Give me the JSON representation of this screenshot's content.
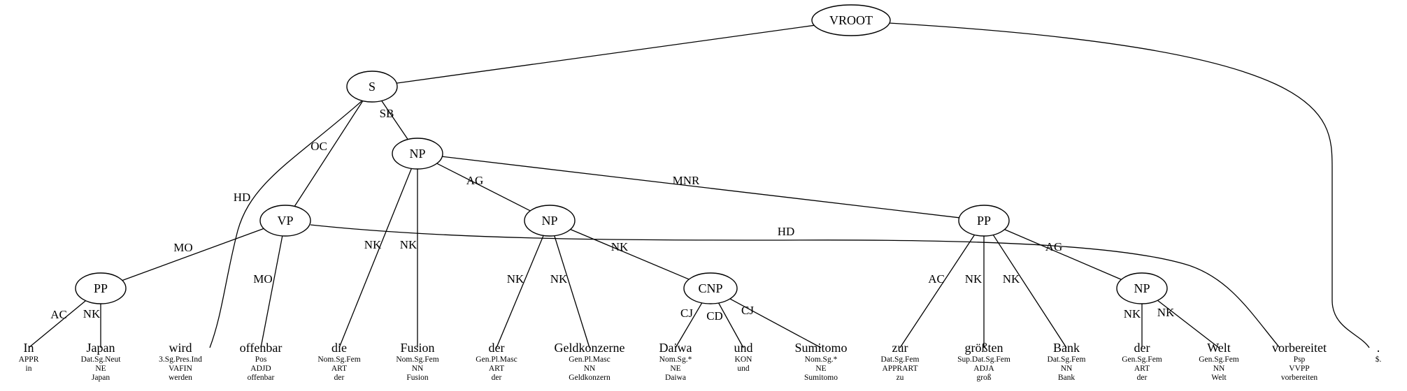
{
  "nodes": [
    {
      "id": "VROOT",
      "label": "VROOT"
    },
    {
      "id": "S",
      "label": "S"
    },
    {
      "id": "NP1",
      "label": "NP"
    },
    {
      "id": "VP",
      "label": "VP"
    },
    {
      "id": "NP2",
      "label": "NP"
    },
    {
      "id": "PP2",
      "label": "PP"
    },
    {
      "id": "PP1",
      "label": "PP"
    },
    {
      "id": "CNP",
      "label": "CNP"
    },
    {
      "id": "NP3",
      "label": "NP"
    }
  ],
  "tokens": [
    {
      "id": "t_in",
      "word": "In",
      "morph": "",
      "pos": "APPR",
      "lemma": "in"
    },
    {
      "id": "t_japan",
      "word": "Japan",
      "morph": "Dat.Sg.Neut",
      "pos": "NE",
      "lemma": "Japan"
    },
    {
      "id": "t_wird",
      "word": "wird",
      "morph": "3.Sg.Pres.Ind",
      "pos": "VAFIN",
      "lemma": "werden"
    },
    {
      "id": "t_offenbar",
      "word": "offenbar",
      "morph": "Pos",
      "pos": "ADJD",
      "lemma": "offenbar"
    },
    {
      "id": "t_die",
      "word": "die",
      "morph": "Nom.Sg.Fem",
      "pos": "ART",
      "lemma": "der"
    },
    {
      "id": "t_fusion",
      "word": "Fusion",
      "morph": "Nom.Sg.Fem",
      "pos": "NN",
      "lemma": "Fusion"
    },
    {
      "id": "t_der1",
      "word": "der",
      "morph": "Gen.Pl.Masc",
      "pos": "ART",
      "lemma": "der"
    },
    {
      "id": "t_geldkonzerne",
      "word": "Geldkonzerne",
      "morph": "Gen.Pl.Masc",
      "pos": "NN",
      "lemma": "Geldkonzern"
    },
    {
      "id": "t_daiwa",
      "word": "Daiwa",
      "morph": "Nom.Sg.*",
      "pos": "NE",
      "lemma": "Daiwa"
    },
    {
      "id": "t_und",
      "word": "und",
      "morph": "",
      "pos": "KON",
      "lemma": "und"
    },
    {
      "id": "t_sumitomo",
      "word": "Sumitomo",
      "morph": "Nom.Sg.*",
      "pos": "NE",
      "lemma": "Sumitomo"
    },
    {
      "id": "t_zur",
      "word": "zur",
      "morph": "Dat.Sg.Fem",
      "pos": "APPRART",
      "lemma": "zu"
    },
    {
      "id": "t_groessten",
      "word": "größten",
      "morph": "Sup.Dat.Sg.Fem",
      "pos": "ADJA",
      "lemma": "groß"
    },
    {
      "id": "t_bank",
      "word": "Bank",
      "morph": "Dat.Sg.Fem",
      "pos": "NN",
      "lemma": "Bank"
    },
    {
      "id": "t_der2",
      "word": "der",
      "morph": "Gen.Sg.Fem",
      "pos": "ART",
      "lemma": "der"
    },
    {
      "id": "t_welt",
      "word": "Welt",
      "morph": "Gen.Sg.Fem",
      "pos": "NN",
      "lemma": "Welt"
    },
    {
      "id": "t_vorbereitet",
      "word": "vorbereitet",
      "morph": "Psp",
      "pos": "VVPP",
      "lemma": "vorbereiten"
    },
    {
      "id": "t_dot",
      "word": ".",
      "morph": "",
      "pos": "$.",
      "lemma": ""
    }
  ],
  "edges": [
    {
      "from": "VROOT",
      "to": "S",
      "label": ""
    },
    {
      "from": "VROOT",
      "to": "t_dot",
      "label": ""
    },
    {
      "from": "S",
      "to": "NP1",
      "label": "SB"
    },
    {
      "from": "S",
      "to": "VP",
      "label": "OC"
    },
    {
      "from": "S",
      "to": "t_wird",
      "label": "HD"
    },
    {
      "from": "NP1",
      "to": "t_die",
      "label": "NK"
    },
    {
      "from": "NP1",
      "to": "t_fusion",
      "label": "NK"
    },
    {
      "from": "NP1",
      "to": "NP2",
      "label": "AG"
    },
    {
      "from": "NP1",
      "to": "PP2",
      "label": "MNR"
    },
    {
      "from": "VP",
      "to": "PP1",
      "label": "MO"
    },
    {
      "from": "VP",
      "to": "t_offenbar",
      "label": "MO"
    },
    {
      "from": "VP",
      "to": "t_vorbereitet",
      "label": "HD"
    },
    {
      "from": "PP1",
      "to": "t_in",
      "label": "AC"
    },
    {
      "from": "PP1",
      "to": "t_japan",
      "label": "NK"
    },
    {
      "from": "NP2",
      "to": "t_der1",
      "label": "NK"
    },
    {
      "from": "NP2",
      "to": "t_geldkonzerne",
      "label": "NK"
    },
    {
      "from": "NP2",
      "to": "CNP",
      "label": "NK"
    },
    {
      "from": "CNP",
      "to": "t_daiwa",
      "label": "CJ"
    },
    {
      "from": "CNP",
      "to": "t_und",
      "label": "CD"
    },
    {
      "from": "CNP",
      "to": "t_sumitomo",
      "label": "CJ"
    },
    {
      "from": "PP2",
      "to": "t_zur",
      "label": "AC"
    },
    {
      "from": "PP2",
      "to": "t_groessten",
      "label": "NK"
    },
    {
      "from": "PP2",
      "to": "t_bank",
      "label": "NK"
    },
    {
      "from": "PP2",
      "to": "NP3",
      "label": "AG"
    },
    {
      "from": "NP3",
      "to": "t_der2",
      "label": "NK"
    },
    {
      "from": "NP3",
      "to": "t_welt",
      "label": "NK"
    }
  ]
}
